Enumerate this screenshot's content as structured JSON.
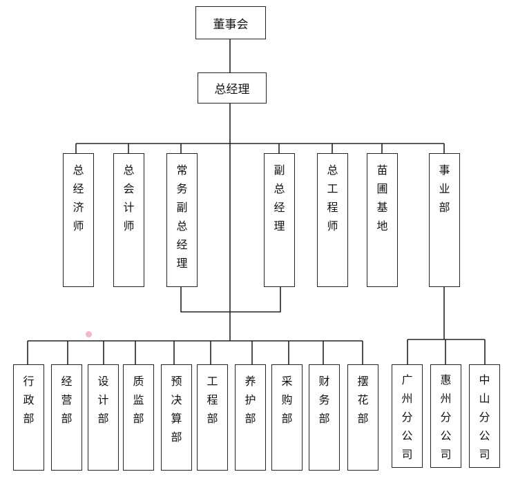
{
  "board": "董事会",
  "gm": "总经理",
  "level2": [
    "总经济师",
    "总会计师",
    "常务副总经理",
    "副总经理",
    "总工程师",
    "苗圃基地",
    "事业部"
  ],
  "departments": [
    "行政部",
    "经营部",
    "设计部",
    "质监部",
    "预决算部",
    "工程部",
    "养护部",
    "采购部",
    "财务部",
    "摆花部"
  ],
  "branches": [
    "广州分公司",
    "惠州分公司",
    "中山分公司"
  ]
}
